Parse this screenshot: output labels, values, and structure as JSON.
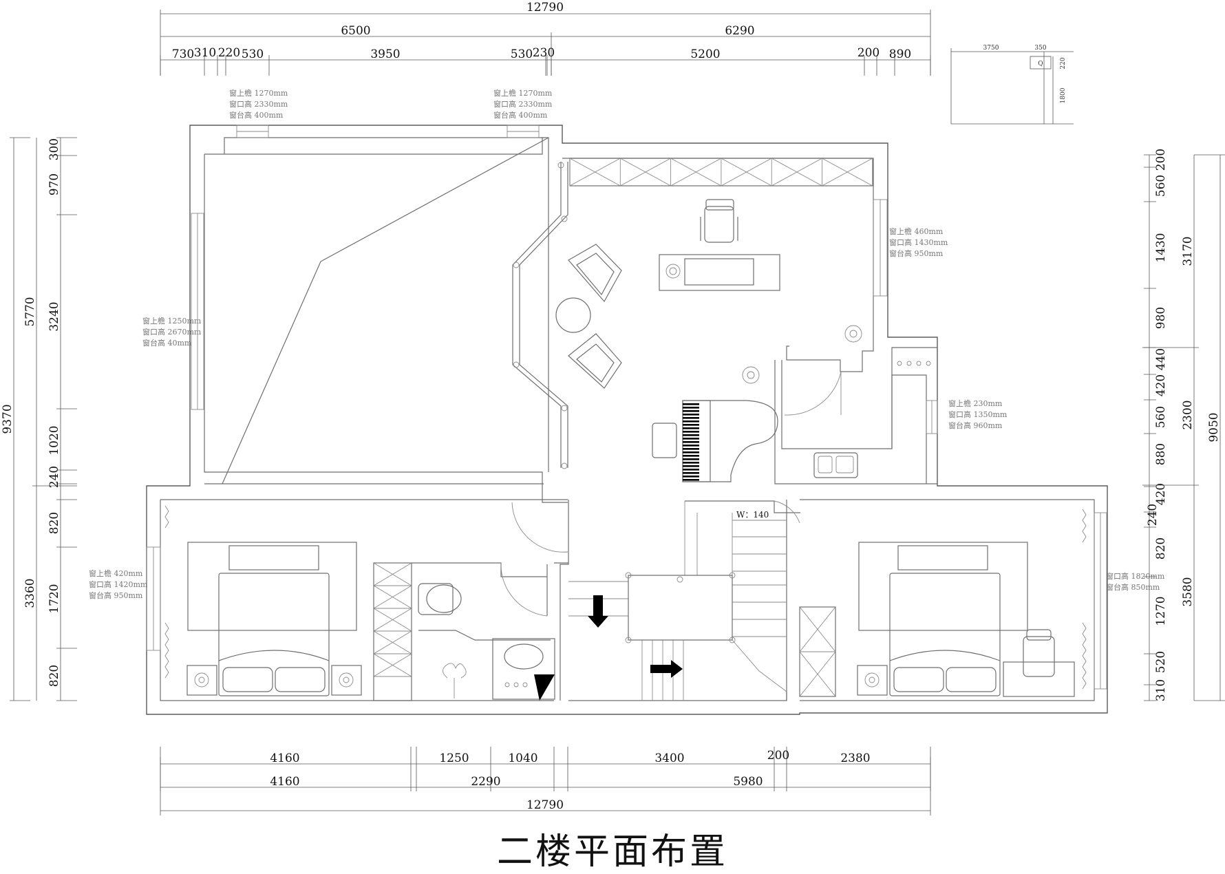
{
  "title": "二楼平面布置",
  "dims": {
    "top_total": "12790",
    "top_mid": [
      "6500",
      "6290"
    ],
    "top_small": [
      "730",
      "310",
      "220",
      "530",
      "3950",
      "530",
      "230",
      "5200",
      "200",
      "890"
    ],
    "bottom_1": [
      "4160",
      "1250",
      "1040",
      "3400",
      "200",
      "2380"
    ],
    "bottom_2": [
      "4160",
      "2290",
      "5980"
    ],
    "bottom_total": "12790",
    "left_outer": "9370",
    "left_mid": [
      "5770",
      "3360"
    ],
    "left_inner": [
      "300",
      "970",
      "3240",
      "1020",
      "240",
      "820",
      "1720",
      "820"
    ],
    "right_inner": [
      "200",
      "560",
      "1430",
      "980",
      "440",
      "420",
      "560",
      "880",
      "420",
      "240",
      "820",
      "1270",
      "520",
      "310"
    ],
    "right_mid": [
      "3170",
      "2300",
      "3580"
    ],
    "right_outer": "9050"
  },
  "inset": {
    "a": "3750",
    "b": "350",
    "c": "220",
    "d": "1800",
    "label": "Q"
  },
  "stair_width": "W：140",
  "window_notes": [
    {
      "lines": [
        "窗上檐 1270mm",
        "窗口高 2330mm",
        "窗台高   400mm"
      ]
    },
    {
      "lines": [
        "窗上檐 1270mm",
        "窗口高 2330mm",
        "窗台高   400mm"
      ]
    },
    {
      "lines": [
        "窗上檐 1250mm",
        "窗口高 2670mm",
        "窗台高      40mm"
      ]
    },
    {
      "lines": [
        "窗上檐   460mm",
        "窗口高 1430mm",
        "窗台高   950mm"
      ]
    },
    {
      "lines": [
        "窗上檐   230mm",
        "窗口高 1350mm",
        "窗台高   960mm"
      ]
    },
    {
      "lines": [
        "窗上檐   420mm",
        "窗口高 1420mm",
        "窗台高   950mm"
      ]
    },
    {
      "lines": [
        "窗口高 1820mm",
        "窗台高   850mm"
      ]
    }
  ]
}
